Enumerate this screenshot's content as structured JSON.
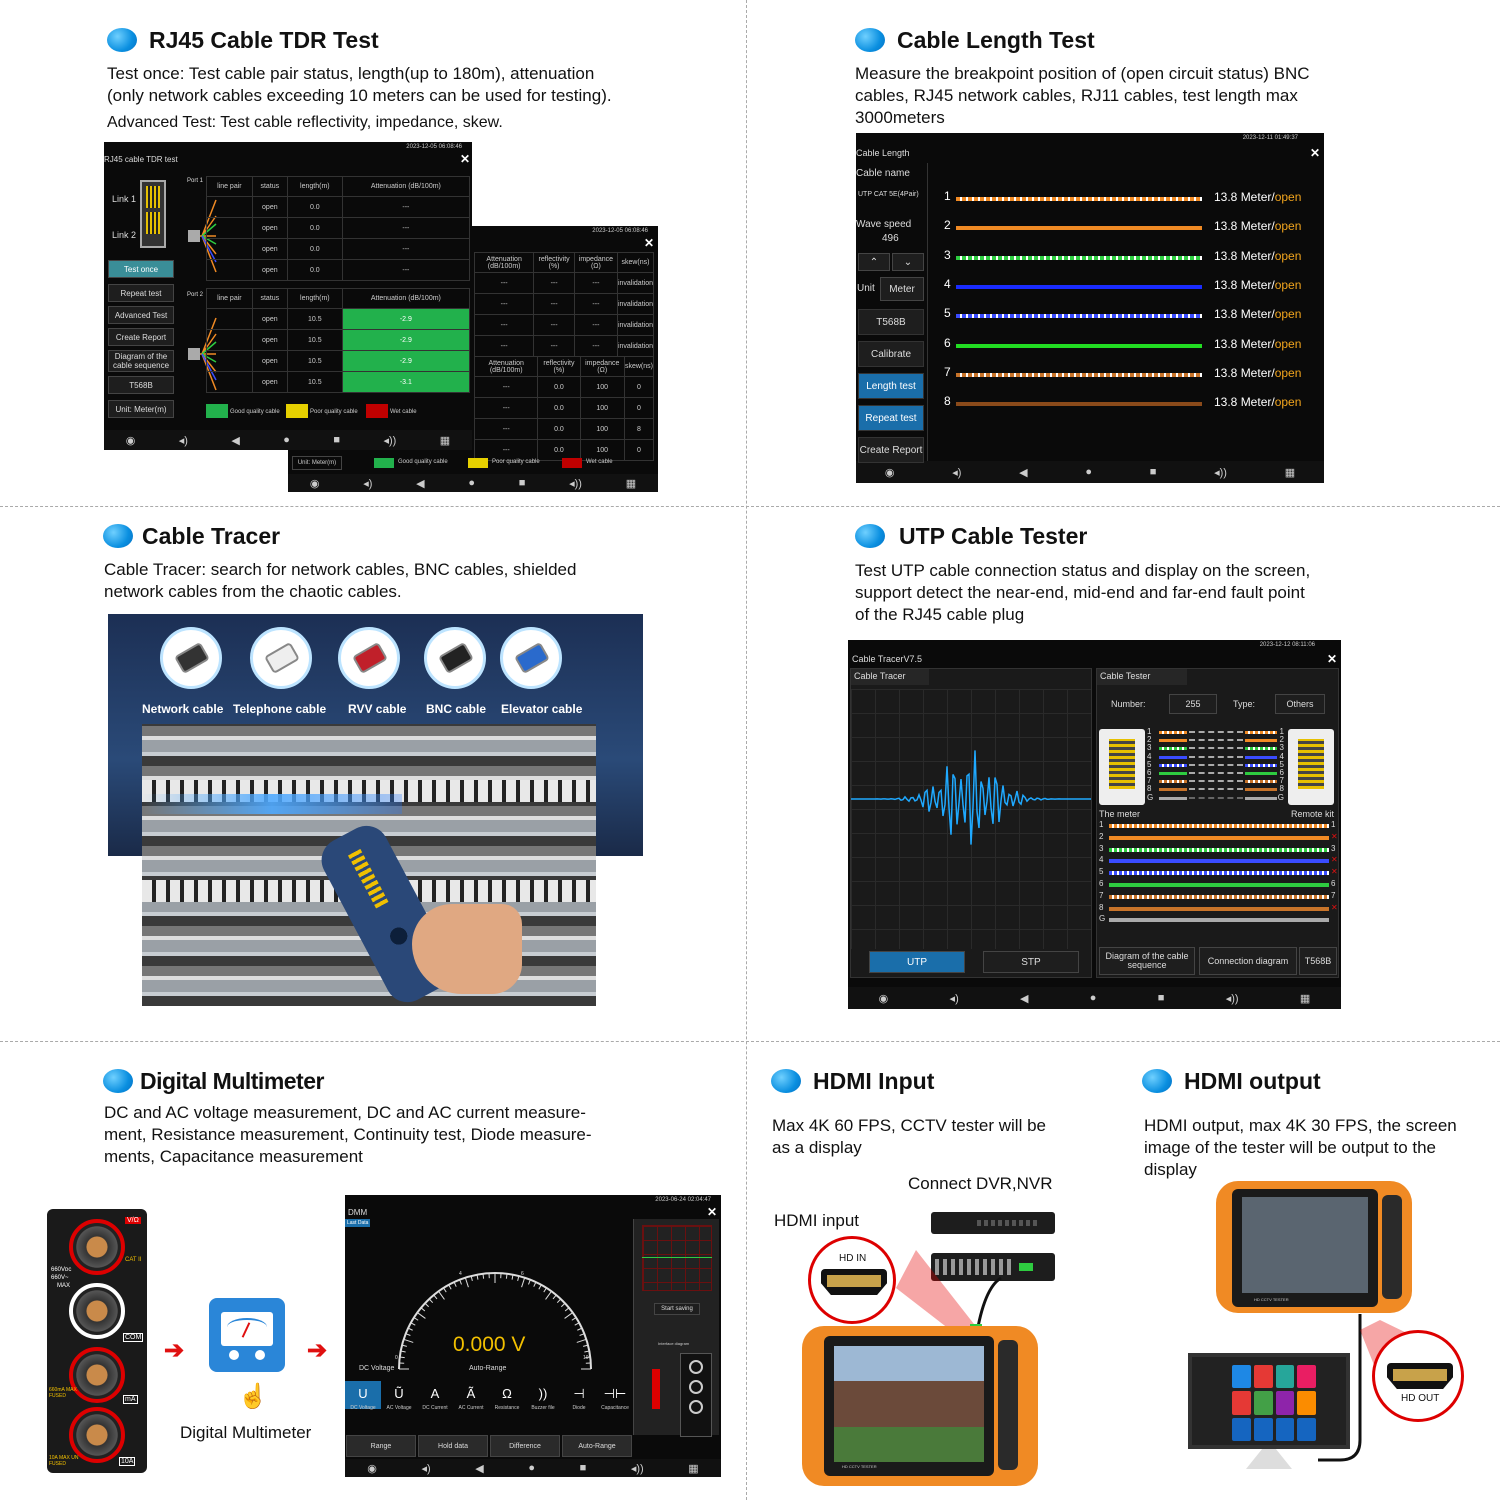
{
  "sections": {
    "tdr": {
      "title": "RJ45 Cable TDR Test",
      "desc1": "Test once: Test cable pair status, length(up to 180m), attenuation",
      "desc2": "(only network cables exceeding 10 meters can be used for testing).",
      "desc3": "Advanced Test: Test cable reflectivity, impedance, skew."
    },
    "length": {
      "title": "Cable Length Test",
      "desc1": "Measure the breakpoint position of (open circuit status) BNC",
      "desc2": "cables, RJ45 network cables, RJ11 cables, test length max",
      "desc3": "3000meters"
    },
    "tracer": {
      "title": "Cable Tracer",
      "desc1": "Cable Tracer: search for network cables, BNC cables, shielded",
      "desc2": "network cables from the chaotic cables."
    },
    "utp": {
      "title": "UTP Cable Tester",
      "desc1": "Test UTP cable connection status and display on the screen,",
      "desc2": "support detect the near-end, mid-end and far-end fault point",
      "desc3": "of the RJ45 cable plug"
    },
    "dmm": {
      "title": "Digital Multimeter",
      "desc1": "DC and AC voltage measurement, DC and AC current measure-",
      "desc2": "ment, Resistance measurement, Continuity test, Diode measure-",
      "desc3": "ments, Capacitance measurement",
      "app_label": "Digital Multimeter"
    },
    "hdmi_in": {
      "title": "HDMI Input",
      "desc1": "Max 4K 60 FPS, CCTV tester will be",
      "desc2": "as a display",
      "connect": "Connect DVR,NVR",
      "hdmi_input": "HDMI input",
      "port": "HD IN"
    },
    "hdmi_out": {
      "title": "HDMI output",
      "desc1": "HDMI output, max 4K 30 FPS, the screen",
      "desc2": "image of the tester will be output to the",
      "desc3": "display",
      "port": "HD OUT"
    }
  },
  "tdr_screen": {
    "status_time": "2023-12-05 06:08:46",
    "status_time2": "2023-12-05 06:08:46",
    "title": "RJ45 cable TDR test",
    "link1": "Link 1",
    "link2": "Link 2",
    "port1": "Port 1",
    "port2": "Port 2",
    "buttons": [
      "Test once",
      "Repeat test",
      "Advanced Test",
      "Create Report",
      "Diagram of the cable sequence",
      "T568B",
      "Unit: Meter(m)"
    ],
    "headers": [
      "line pair",
      "status",
      "length(m)",
      "Attenuation (dB/100m)"
    ],
    "port1_rows": [
      [
        "open",
        "0.0",
        "---"
      ],
      [
        "open",
        "0.0",
        "---"
      ],
      [
        "open",
        "0.0",
        "---"
      ],
      [
        "open",
        "0.0",
        "---"
      ]
    ],
    "port2_rows": [
      [
        "open",
        "10.5",
        "-2.9"
      ],
      [
        "open",
        "10.5",
        "-2.9"
      ],
      [
        "open",
        "10.5",
        "-2.9"
      ],
      [
        "open",
        "10.5",
        "-3.1"
      ]
    ],
    "legend": [
      "Good quality cable",
      "Poor quality cable",
      "Wet cable"
    ],
    "adv_headers": [
      "Attenuation (dB/100m)",
      "reflectivity (%)",
      "impedance (Ω)",
      "skew(ns)"
    ],
    "adv_rows1": [
      [
        "---",
        "---",
        "---",
        "invalidation"
      ],
      [
        "---",
        "---",
        "---",
        "invalidation"
      ],
      [
        "---",
        "---",
        "---",
        "invalidation"
      ],
      [
        "---",
        "---",
        "---",
        "invalidation"
      ]
    ],
    "adv_rows2": [
      [
        "---",
        "0.0",
        "100",
        "0"
      ],
      [
        "---",
        "0.0",
        "100",
        "0"
      ],
      [
        "---",
        "0.0",
        "100",
        "8"
      ],
      [
        "---",
        "0.0",
        "100",
        "0"
      ]
    ],
    "unit2": "Unit: Meter(m)"
  },
  "length_screen": {
    "status_time": "2023-12-11 01:49:37",
    "title": "Cable Length",
    "cable_name_label": "Cable name",
    "cable_name": "UTP CAT 5E(4Pair)",
    "wave_speed_label": "Wave speed",
    "wave_speed": "496",
    "unit_label": "Unit",
    "unit_value": "Meter",
    "buttons": [
      "T568B",
      "Calibrate",
      "Length test",
      "Repeat test",
      "Create Report"
    ],
    "wire_colors": [
      "#f08a24",
      "#f08a24",
      "#2ecc40",
      "#1a2cff",
      "#3a4cff",
      "#22dd22",
      "#c8742a",
      "#8a4a1a"
    ],
    "wire_striped": [
      true,
      false,
      true,
      false,
      true,
      false,
      true,
      false
    ],
    "results": [
      {
        "num": "1",
        "value": "13.8 Meter/",
        "state": "open"
      },
      {
        "num": "2",
        "value": "13.8 Meter/",
        "state": "open"
      },
      {
        "num": "3",
        "value": "13.8 Meter/",
        "state": "open"
      },
      {
        "num": "4",
        "value": "13.8 Meter/",
        "state": "open"
      },
      {
        "num": "5",
        "value": "13.8 Meter/",
        "state": "open"
      },
      {
        "num": "6",
        "value": "13.8 Meter/",
        "state": "open"
      },
      {
        "num": "7",
        "value": "13.8 Meter/",
        "state": "open"
      },
      {
        "num": "8",
        "value": "13.8 Meter/",
        "state": "open"
      }
    ]
  },
  "tracer_panel": {
    "cables": [
      "Network cable",
      "Telephone cable",
      "RVV cable",
      "BNC cable",
      "Elevator cable"
    ]
  },
  "utp_screen": {
    "status_time": "2023-12-12 08:11:06",
    "title": "Cable TracerV7.5",
    "tracer_label": "Cable Tracer",
    "tester_label": "Cable Tester",
    "number_label": "Number:",
    "number": "255",
    "type_label": "Type:",
    "type": "Others",
    "meter_label": "The meter",
    "remote_label": "Remote kit",
    "pins": [
      "1",
      "2",
      "3",
      "4",
      "5",
      "6",
      "7",
      "8",
      "G"
    ],
    "buttons": [
      "UTP",
      "STP",
      "Diagram of the cable sequence",
      "Connection diagram",
      "T568B"
    ]
  },
  "dmm_screen": {
    "title": "DMM",
    "tag": "Last Data",
    "status_time": "2023-06-24 02:04:47",
    "reading": "0.000",
    "unit": "V",
    "mode": "DC Voltage",
    "range_mode": "Auto-Range",
    "scale": [
      "0",
      "2",
      "4",
      "6",
      "8",
      "10"
    ],
    "keys": [
      {
        "sym": "U",
        "label": "DC Voltage"
      },
      {
        "sym": "Ũ",
        "label": "AC Voltage"
      },
      {
        "sym": "A",
        "label": "DC Current"
      },
      {
        "sym": "Ã",
        "label": "AC Current"
      },
      {
        "sym": "Ω",
        "label": "Resistance"
      },
      {
        "sym": "))",
        "label": "Buzzer file"
      },
      {
        "sym": "⊣",
        "label": "Diode"
      },
      {
        "sym": "⊣⊢",
        "label": "Capacitance"
      }
    ],
    "bottom": [
      "Range",
      "Hold data",
      "Difference",
      "Auto-Range"
    ],
    "start_saving": "Start saving",
    "interface": "Interface diagram"
  },
  "meter_panel": {
    "vohm": "V/Ω",
    "cat": "CAT II",
    "v1": "660Vᴅᴄ",
    "v2": "660V~",
    "max": "MAX",
    "com": "COM",
    "ma_warn": "660mA MAX FUSED",
    "ma": "mA",
    "a10_warn": "10A MAX UN FUSED",
    "a10": "10A"
  },
  "device_labels": {
    "hd_tester": "HD CCTV TESTER"
  },
  "colors": {
    "accent": "#0a8fe0",
    "green": "#22b14c",
    "yellow": "#e6d000",
    "red": "#c00000",
    "orange": "#f2a51d",
    "active_btn": "#1a6eaa"
  },
  "icons": [
    "camera-icon",
    "volume-down-icon",
    "back-icon",
    "home-icon",
    "recent-icon",
    "volume-up-icon",
    "grid-icon",
    "close-icon",
    "arrow-right-icon",
    "hand-pointer-icon"
  ]
}
